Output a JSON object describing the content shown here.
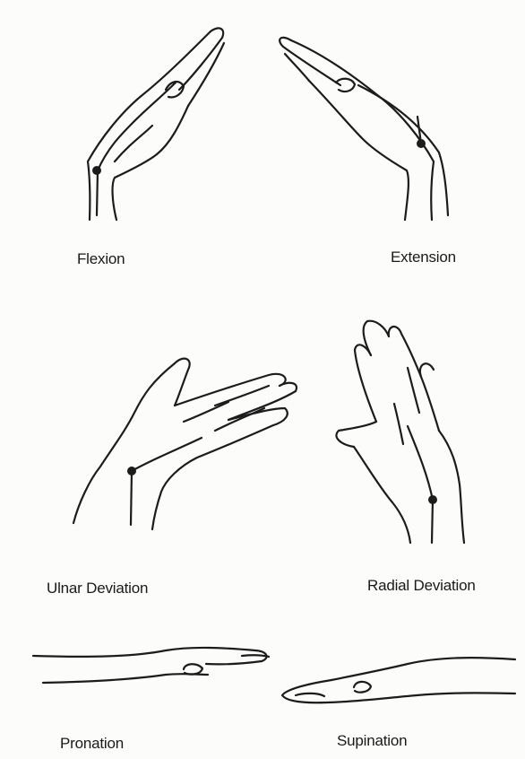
{
  "labels": {
    "flexion": "Flexion",
    "extension": "Extension",
    "ulnar_deviation": "Ulnar Deviation",
    "radial_deviation": "Radial Deviation",
    "pronation": "Pronation",
    "supination": "Supination"
  },
  "colors": {
    "line": "#1c1c1c",
    "background": "#fcfcfa"
  }
}
